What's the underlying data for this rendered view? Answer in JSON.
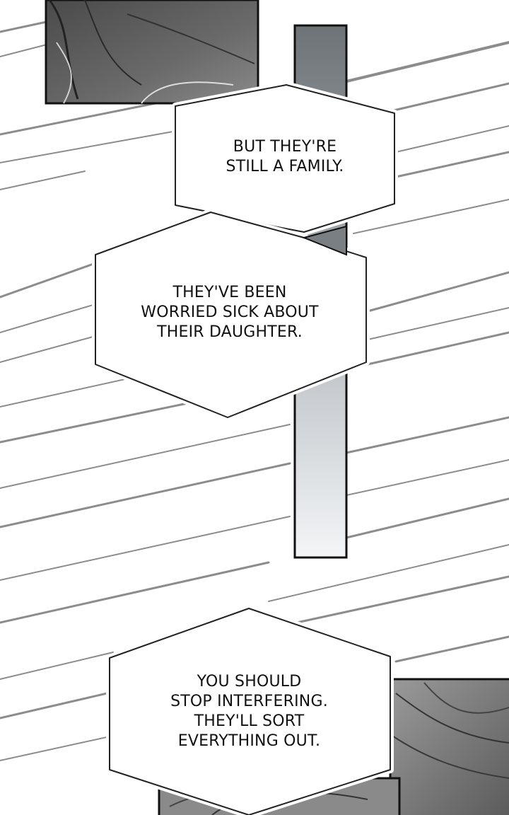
{
  "panel_colors": {
    "background": "#ffffff",
    "speed_lines": "#8a8a8a",
    "panel_border": "#111111",
    "dark_panel_fill": "#5f5f5f",
    "strip_gradient_top": "#7a7f83",
    "strip_gradient_bottom": "#f2f4f6",
    "bubble_fill": "#ffffff",
    "bubble_stroke": "#222222"
  },
  "bubbles": [
    {
      "lines": [
        "BUT THEY'RE",
        "STILL A FAMILY."
      ]
    },
    {
      "lines": [
        "THEY'VE BEEN",
        "WORRIED SICK ABOUT",
        "THEIR DAUGHTER."
      ]
    },
    {
      "lines": [
        "YOU SHOULD",
        "STOP INTERFERING.",
        "THEY'LL SORT",
        "EVERYTHING OUT."
      ]
    }
  ]
}
